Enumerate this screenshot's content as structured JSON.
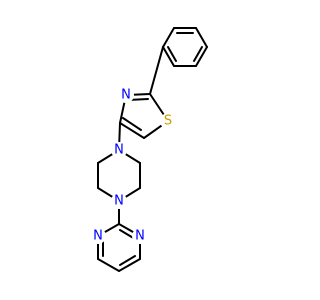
{
  "structure": {
    "colors": {
      "bond": "#000000",
      "nitrogen": "#0000ff",
      "sulfur": "#c8a000",
      "background": "#ffffff"
    },
    "atoms": {
      "n_thiazole": "N",
      "s_thiazole": "S",
      "n_piperazine_top": "N",
      "n_piperazine_bottom": "N",
      "n_pyrimidine_left": "N",
      "n_pyrimidine_right": "N"
    }
  }
}
